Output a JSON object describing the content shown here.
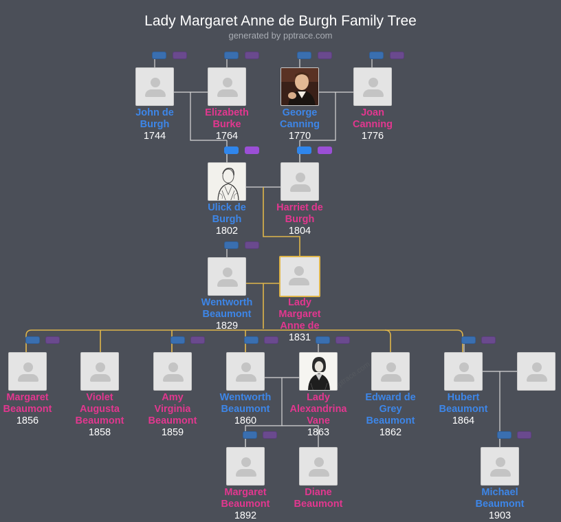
{
  "header": {
    "title": "Lady Margaret Anne de Burgh Family Tree",
    "subtitle": "generated by pptrace.com"
  },
  "people": {
    "john": {
      "name_1": "John de",
      "name_2": "Burgh",
      "name_3": "",
      "year": "1744",
      "sex": "m"
    },
    "elizabeth": {
      "name_1": "Elizabeth",
      "name_2": "Burke",
      "name_3": "",
      "year": "1764",
      "sex": "f"
    },
    "george": {
      "name_1": "George",
      "name_2": "Canning",
      "name_3": "",
      "year": "1770",
      "sex": "m"
    },
    "joan": {
      "name_1": "Joan",
      "name_2": "Canning",
      "name_3": "",
      "year": "1776",
      "sex": "f"
    },
    "ulick": {
      "name_1": "Ulick de",
      "name_2": "Burgh",
      "name_3": "",
      "year": "1802",
      "sex": "m"
    },
    "harriet": {
      "name_1": "Harriet de",
      "name_2": "Burgh",
      "name_3": "",
      "year": "1804",
      "sex": "f"
    },
    "wentworth_sr": {
      "name_1": "Wentworth",
      "name_2": "Beaumont",
      "name_3": "",
      "year": "1829",
      "sex": "m"
    },
    "lady_margaret": {
      "name_1": "Lady",
      "name_2": "Margaret",
      "name_3": "Anne de",
      "year": "1831",
      "sex": "f"
    },
    "margaret_b": {
      "name_1": "Margaret",
      "name_2": "Beaumont",
      "name_3": "",
      "year": "1856",
      "sex": "f"
    },
    "violet": {
      "name_1": "Violet",
      "name_2": "Augusta",
      "name_3": "Beaumont",
      "year": "1858",
      "sex": "f"
    },
    "amy": {
      "name_1": "Amy",
      "name_2": "Virginia",
      "name_3": "Beaumont",
      "year": "1859",
      "sex": "f"
    },
    "wentworth_jr": {
      "name_1": "Wentworth",
      "name_2": "Beaumont",
      "name_3": "",
      "year": "1860",
      "sex": "m"
    },
    "alexandrina": {
      "name_1": "Lady",
      "name_2": "Alexandrina",
      "name_3": "Vane",
      "year": "1863",
      "sex": "f"
    },
    "edward": {
      "name_1": "Edward de",
      "name_2": "Grey",
      "name_3": "Beaumont",
      "year": "1862",
      "sex": "m"
    },
    "hubert": {
      "name_1": "Hubert",
      "name_2": "Beaumont",
      "name_3": "",
      "year": "1864",
      "sex": "m"
    },
    "hubert_spouse": {
      "name_1": "",
      "name_2": "",
      "name_3": "",
      "year": "",
      "sex": ""
    },
    "margaret_g": {
      "name_1": "Margaret",
      "name_2": "Beaumont",
      "name_3": "",
      "year": "1892",
      "sex": "f"
    },
    "diane": {
      "name_1": "Diane",
      "name_2": "Beaumont",
      "name_3": "",
      "year": "",
      "sex": "f"
    },
    "michael": {
      "name_1": "Michael",
      "name_2": "Beaumont",
      "name_3": "",
      "year": "1903",
      "sex": "m"
    }
  },
  "colors": {
    "background": "#4b4f58",
    "male": "#3d86e8",
    "female": "#e2378f",
    "highlight_line": "#e0b64a",
    "line": "#d8d8d8",
    "father_button": "#3a6fb0",
    "mother_button": "#6a4a8e"
  },
  "icons": {
    "placeholder": "person-silhouette-icon",
    "father_button": "father-toggle-icon",
    "mother_button": "mother-toggle-icon"
  },
  "watermark": "pptrace.com"
}
